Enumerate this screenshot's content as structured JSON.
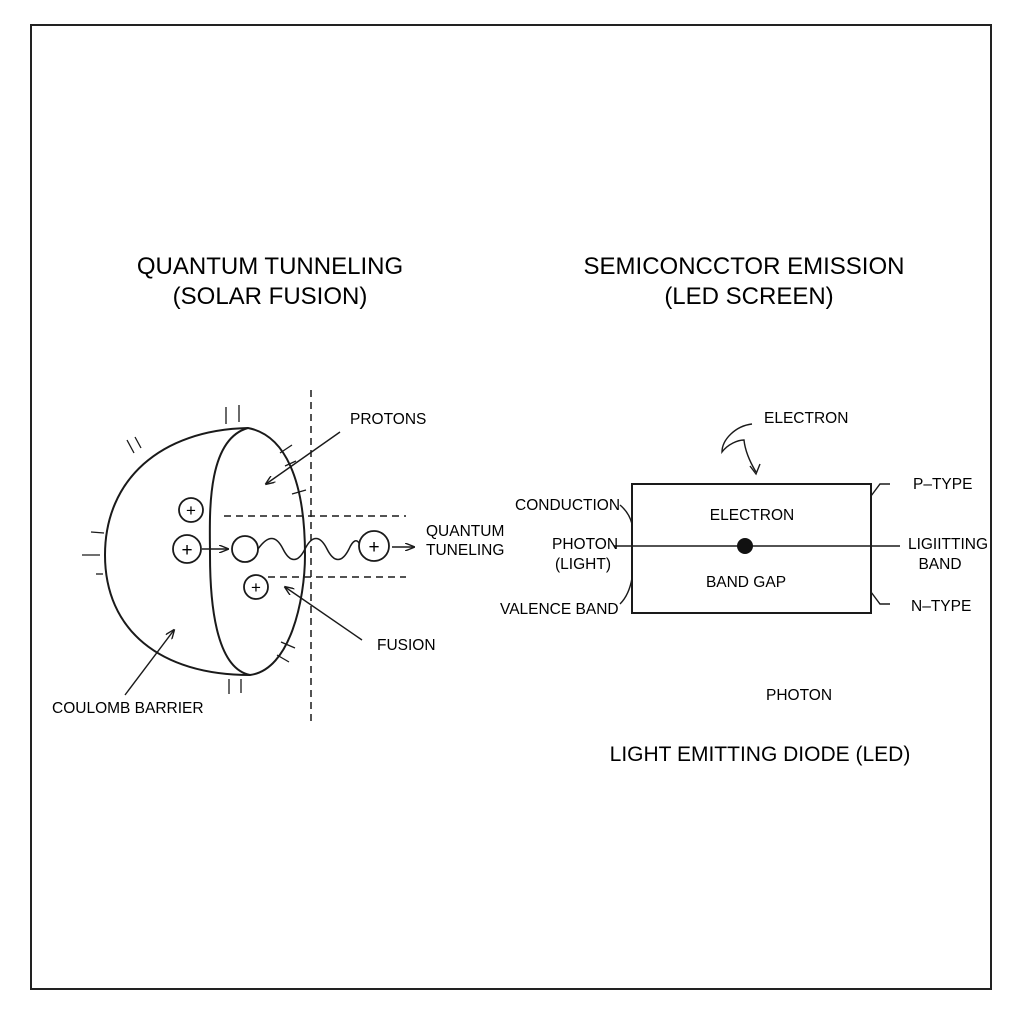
{
  "colors": {
    "ink": "#1a1a1a",
    "paper": "#ffffff"
  },
  "left_panel": {
    "title_line1": "QUANTUM TUNNELING",
    "title_line2": "(SOLAR FUSION)",
    "label_protons": "PROTONS",
    "label_quantum_line1": "QUANTUM",
    "label_quantum_line2": "TUNELING",
    "label_fusion": "FUSION",
    "label_coulomb": "COULOMB BARRIER",
    "proton_symbol": "+"
  },
  "right_panel": {
    "title_line1": "SEMICONCCTOR EMISSION",
    "title_line2": "(LED SCREEN)",
    "label_electron_top": "ELECTRON",
    "label_conduction": "CONDUCTION",
    "label_photon_line1": "PHOTON",
    "label_photon_line2": "(LIGHT)",
    "label_valence": "VALENCE BAND",
    "label_electron_box": "ELECTRON",
    "label_band_gap": "BAND GAP",
    "label_ptype": "P–TYPE",
    "label_lighting_line1": "LIGIITTING",
    "label_lighting_line2": "BAND",
    "label_ntype": "N–TYPE",
    "label_photon_bottom": "PHOTON",
    "caption": "LIGHT EMITTING DIODE (LED)"
  }
}
